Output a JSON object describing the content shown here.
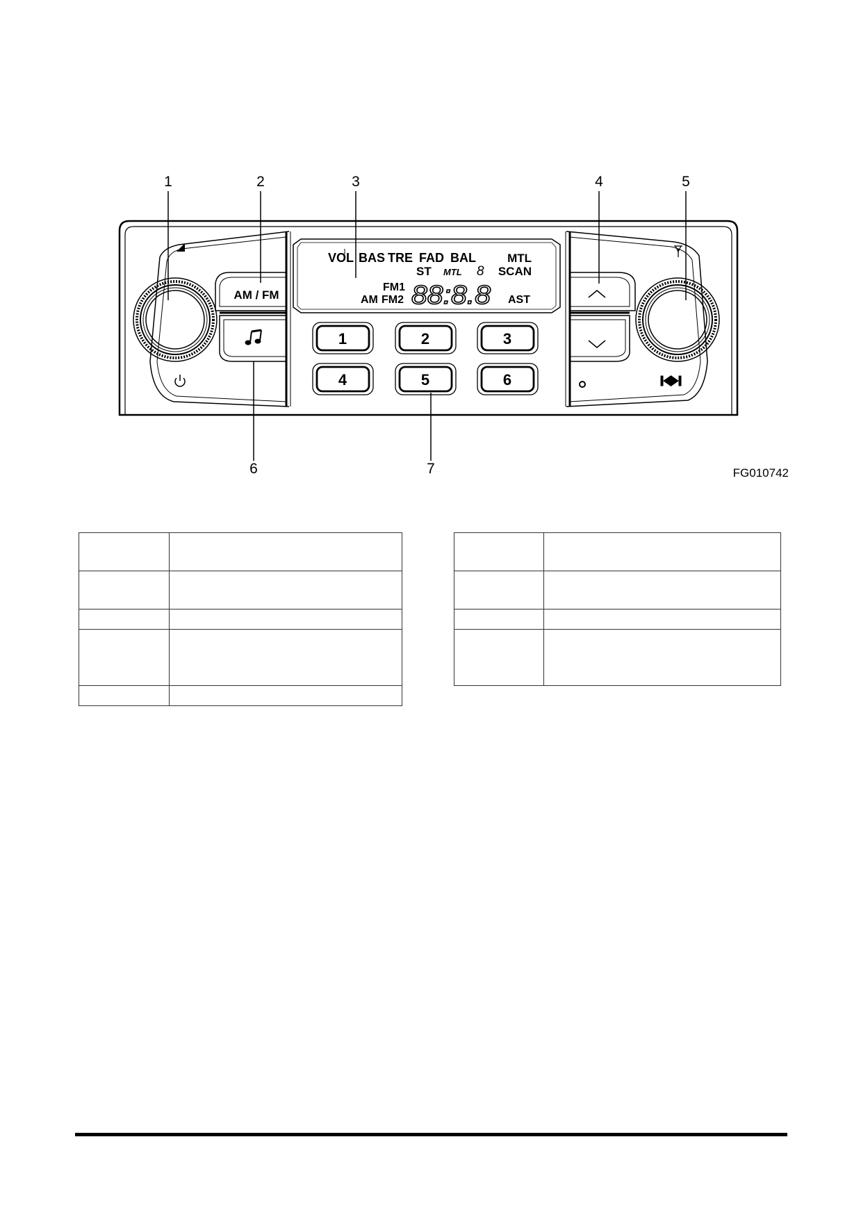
{
  "callouts": {
    "c1": "1",
    "c2": "2",
    "c3": "3",
    "c4": "4",
    "c5": "5",
    "c6": "6",
    "c7": "7"
  },
  "panel": {
    "am_fm_label": "AM / FM",
    "preset_buttons": [
      "1",
      "2",
      "3",
      "4",
      "5",
      "6"
    ]
  },
  "lcd": {
    "vol": "VOL",
    "bas": "BAS",
    "tre": "TRE",
    "fad": "FAD",
    "bal": "BAL",
    "mtl_top": "MTL",
    "st": "ST",
    "mtl_small": "MTL",
    "digit_small": "8",
    "scan": "SCAN",
    "fm1": "FM1",
    "am": "AM",
    "fm2": "FM2",
    "clock": "88:8.8",
    "ast": "AST"
  },
  "figure_code": "FG010742",
  "icons": [
    "volume-wedge-icon",
    "power-icon",
    "music-note-icon",
    "antenna-icon",
    "clock-icon",
    "skip-track-icon",
    "chevron-up-icon",
    "chevron-down-icon"
  ]
}
